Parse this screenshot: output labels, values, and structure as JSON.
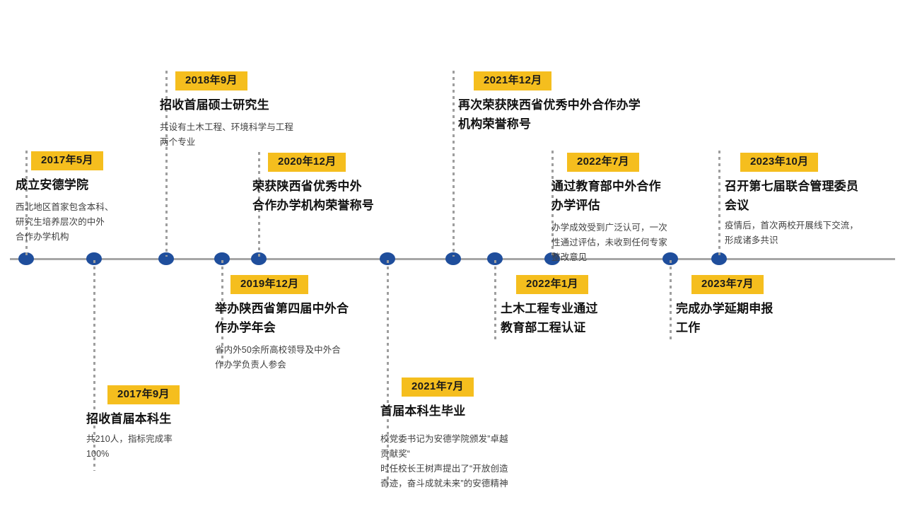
{
  "theme": {
    "badge_color": "#f5be1e",
    "dot_color": "#1f4e9c",
    "axis_color": "#a6a6a6",
    "title_color": "#111111",
    "desc_color": "#3f3f3f"
  },
  "timeline": {
    "events": [
      {
        "id": "2017-05",
        "date": "2017年5月",
        "title": "成立安德学院",
        "desc": "西北地区首家包含本科、\n研究生培养层次的中外\n合作办学机构",
        "side": "above"
      },
      {
        "id": "2017-09",
        "date": "2017年9月",
        "title": "招收首届本科生",
        "desc": "共210人，指标完成率\n100%",
        "side": "below"
      },
      {
        "id": "2018-09",
        "date": "2018年9月",
        "title": "招收首届硕士研究生",
        "desc": "共设有土木工程、环境科学与工程\n两个专业",
        "side": "above"
      },
      {
        "id": "2019-12",
        "date": "2019年12月",
        "title": "举办陕西省第四届中外合\n作办学年会",
        "desc": "省内外50余所高校领导及中外合\n作办学负责人参会",
        "side": "below"
      },
      {
        "id": "2020-12",
        "date": "2020年12月",
        "title": "荣获陕西省优秀中外\n合作办学机构荣誉称号",
        "desc": "",
        "side": "above"
      },
      {
        "id": "2021-07",
        "date": "2021年7月",
        "title": "首届本科生毕业",
        "desc": "校党委书记为安德学院颁发”卓越\n贡献奖“\n时任校长王树声提出了“开放创造\n奇迹，奋斗成就未来”的安德精神",
        "side": "below"
      },
      {
        "id": "2021-12",
        "date": "2021年12月",
        "title": "再次荣获陕西省优秀中外合作办学\n机构荣誉称号",
        "desc": "",
        "side": "above"
      },
      {
        "id": "2022-01",
        "date": "2022年1月",
        "title": "土木工程专业通过\n教育部工程认证",
        "desc": "",
        "side": "below"
      },
      {
        "id": "2022-07",
        "date": "2022年7月",
        "title": "通过教育部中外合作\n办学评估",
        "desc": "办学成效受到广泛认可，一次\n性通过评估，未收到任何专家\n整改意见",
        "side": "above"
      },
      {
        "id": "2023-07",
        "date": "2023年7月",
        "title": "完成办学延期申报\n工作",
        "desc": "",
        "side": "below"
      },
      {
        "id": "2023-10",
        "date": "2023年10月",
        "title": "召开第七届联合管理委员\n会议",
        "desc": "疫情后，首次两校开展线下交流，\n形成诸多共识",
        "side": "above"
      }
    ]
  }
}
